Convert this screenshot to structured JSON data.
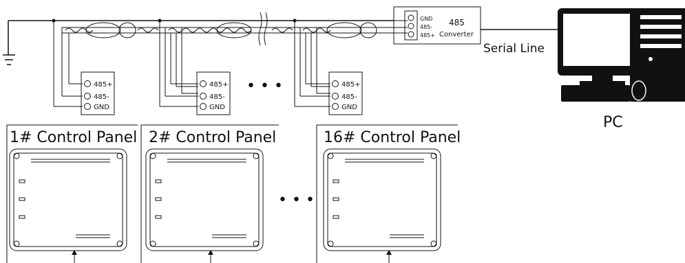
{
  "converter": {
    "title": "485",
    "subtitle": "Converter",
    "terminals": [
      "GND",
      "485-",
      "485+"
    ]
  },
  "serial_line_label": "Serial Line",
  "pc_label": "PC",
  "terminal_blocks": [
    {
      "terminals": [
        "485+",
        "485-",
        "GND"
      ]
    },
    {
      "terminals": [
        "485+",
        "485-",
        "GND"
      ]
    },
    {
      "terminals": [
        "485+",
        "485-",
        "GND"
      ]
    }
  ],
  "control_panels": [
    {
      "label": "1# Control Panel"
    },
    {
      "label": "2# Control Panel"
    },
    {
      "label": "16# Control Panel"
    }
  ],
  "ellipsis": "• • •",
  "colors": {
    "line": "#111111",
    "background": "#ffffff"
  }
}
